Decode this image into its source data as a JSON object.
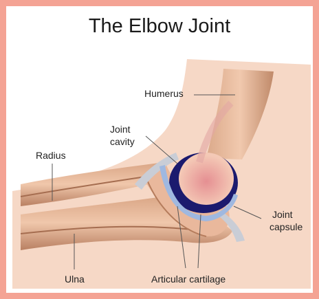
{
  "title": "The Elbow Joint",
  "labels": {
    "humerus": "Humerus",
    "joint_cavity_line1": "Joint",
    "joint_cavity_line2": "cavity",
    "radius": "Radius",
    "joint_capsule_line1": "Joint",
    "joint_capsule_line2": "capsule",
    "ulna": "Ulna",
    "articular_cartilage": "Articular cartilage"
  },
  "colors": {
    "border": "#f4a394",
    "skin": "#f6d8c6",
    "bone_light": "#e7b79a",
    "bone_dark": "#b57c5c",
    "cartilage": "#9fb8e0",
    "capsule": "#1b1a6e",
    "marrow": "#e79b9b"
  }
}
